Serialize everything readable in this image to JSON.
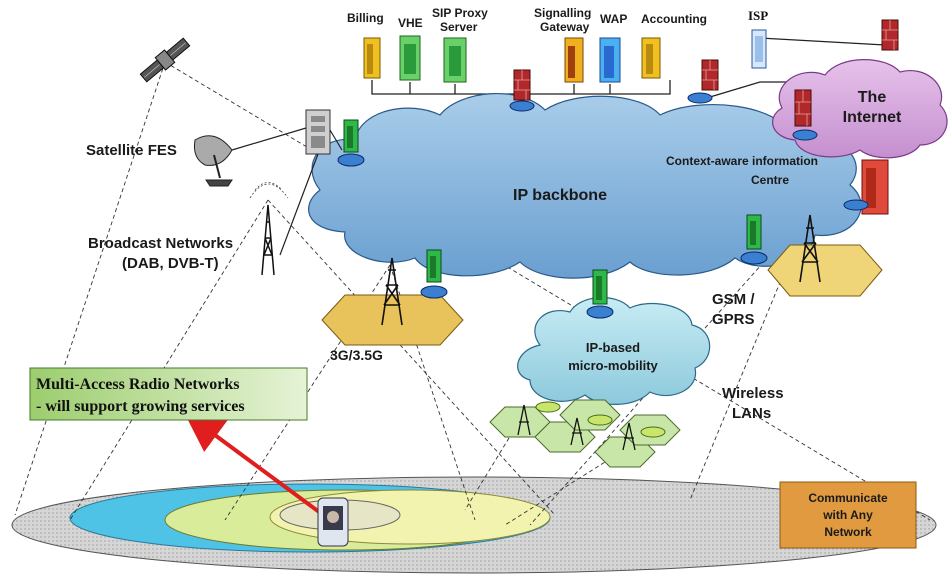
{
  "labels": {
    "billing": "Billing",
    "vhe": "VHE",
    "sip_proxy_1": "SIP Proxy",
    "sip_proxy_2": "Server",
    "signalling_1": "Signalling",
    "signalling_2": "Gateway",
    "wap": "WAP",
    "accounting": "Accounting",
    "isp": "ISP",
    "internet_1": "The",
    "internet_2": "Internet",
    "satellite_fes": "Satellite FES",
    "ip_backbone": "IP backbone",
    "context_1": "Context-aware information",
    "context_2": "Centre",
    "broadcast_1": "Broadcast Networks",
    "broadcast_2": "(DAB, DVB-T)",
    "gsm_1": "GSM /",
    "gsm_2": "GPRS",
    "g3": "3G/3.5G",
    "micro_1": "IP-based",
    "micro_2": "micro-mobility",
    "wlan_1": "Wireless",
    "wlan_2": "LANs",
    "multi_1": "Multi-Access Radio Networks",
    "multi_2": "- will support growing services",
    "comm_1": "Communicate",
    "comm_2": "with Any",
    "comm_3": "Network"
  },
  "colors": {
    "cloud_blue": "#7fb2dc",
    "internet_purple": "#d7a6dd",
    "micro_cyan": "#a8dbe8",
    "hex_gold": "#e8c25a",
    "hex_green": "#c8e6a8",
    "ellipse_gray": "#d8d8d8",
    "ellipse_cyan": "#4fc3e6",
    "ellipse_yellow": "#e8ee9a",
    "router_blue": "#3a7fd0",
    "server_green": "#2fb84a",
    "firewall_red": "#b0282a",
    "callout_green": "#b8dc8c",
    "comm_orange": "#e19a40",
    "arrow_red": "#e01e1e"
  },
  "icons": [
    "satellite-icon",
    "satellite-dish-icon",
    "radio-tower-icon",
    "router-icon",
    "server-icon",
    "firewall-icon",
    "mobile-phone-icon"
  ]
}
